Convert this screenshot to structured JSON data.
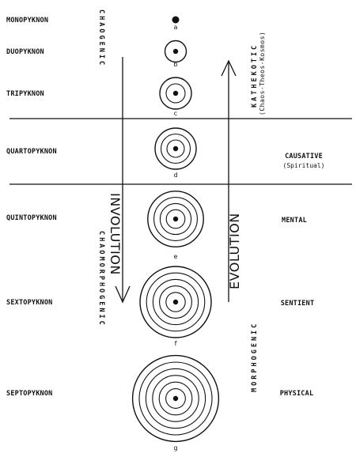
{
  "levels": [
    {
      "name": "MONOPYKNON",
      "letter": "a",
      "rings": 0
    },
    {
      "name": "DUOPYKNON",
      "letter": "b",
      "rings": 1
    },
    {
      "name": "TRIPYKNON",
      "letter": "c",
      "rings": 2
    },
    {
      "name": "QUARTOPYKNON",
      "letter": "d",
      "rings": 3
    },
    {
      "name": "QUINTOPYKNON",
      "letter": "e",
      "rings": 4
    },
    {
      "name": "SEXTOPYKNON",
      "letter": "f",
      "rings": 5
    },
    {
      "name": "SEPTOPYKNON",
      "letter": "g",
      "rings": 6
    }
  ],
  "planes": {
    "causative": "CAUSATIVE",
    "causative_sub": "(Spiritual)",
    "mental": "MENTAL",
    "sentient": "SENTIENT",
    "physical": "PHYSICAL"
  },
  "vertical": {
    "chaogenic": "CHAOGENIC",
    "chaomorphogenic": "CHAOMORPHOGENIC",
    "kathekotic": "KATHEKOTIC",
    "kathekotic_sub": "(Chaos-Theos-Kosmos)",
    "morphogenic": "MORPHOGENIC"
  },
  "arrows": {
    "involution": "INVOLUTION",
    "evolution": "EVOLUTION"
  }
}
